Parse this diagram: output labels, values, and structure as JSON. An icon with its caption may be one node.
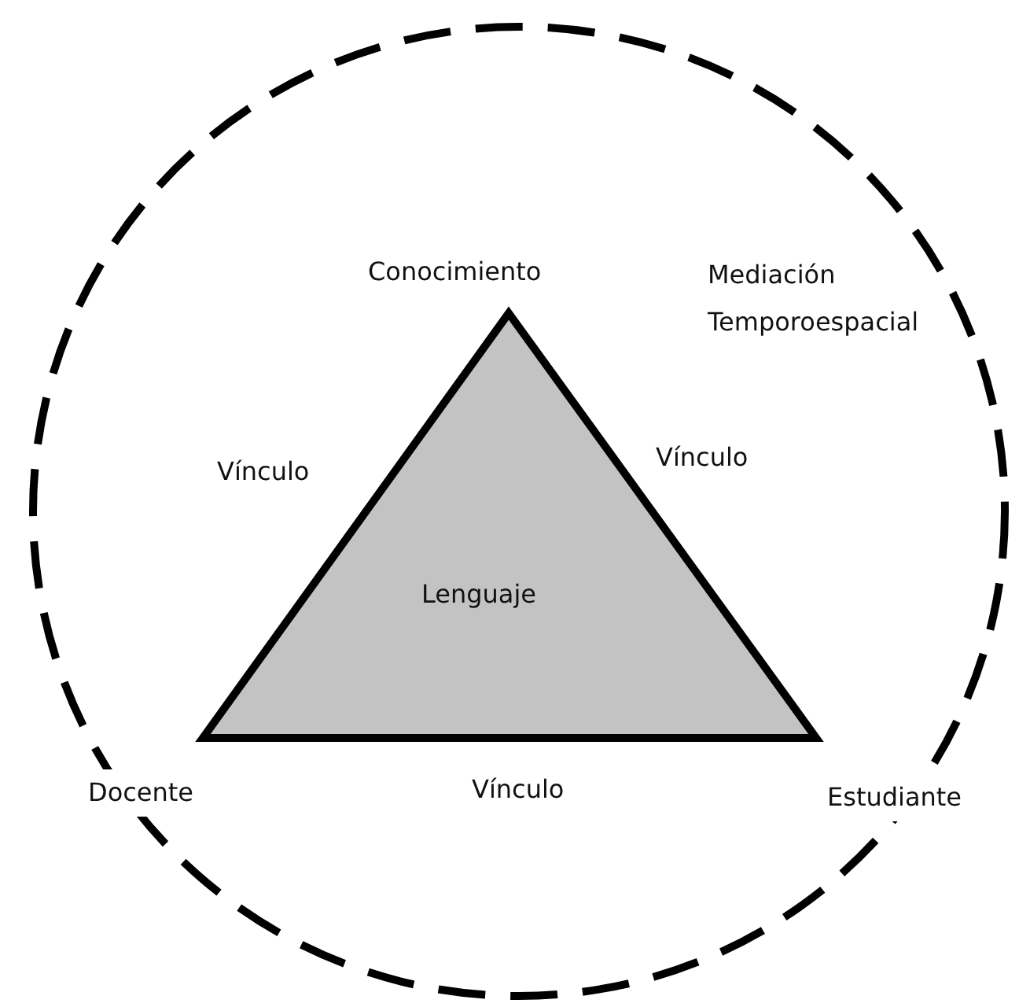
{
  "diagram": {
    "nodes": [
      {
        "text": [
          "Mediación Temporoespacial"
        ]
      },
      {
        "text": [
          "Lenguaje"
        ],
        "in": 0
      }
    ],
    "labels": [
      "Conocimiento",
      "Vínculo",
      "Vínculo",
      "Docente",
      "Vínculo",
      "Estudiante"
    ]
  }
}
